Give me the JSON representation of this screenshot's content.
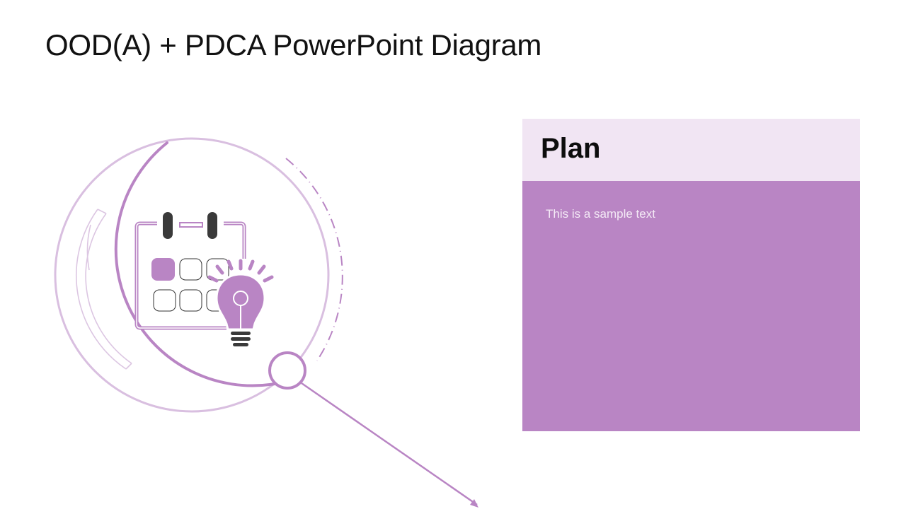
{
  "slide": {
    "title": "OOD(A) + PDCA PowerPoint Diagram"
  },
  "diagram": {
    "icon": "calendar-lightbulb-icon",
    "connector": "arrow-connector",
    "colors": {
      "accent": "#b985c4",
      "accent_light": "#d9bfe0",
      "accent_pale": "#f1e5f3",
      "icon_dark": "#3a3a3a"
    }
  },
  "card": {
    "title": "Plan",
    "body_text": "This is a sample text"
  }
}
